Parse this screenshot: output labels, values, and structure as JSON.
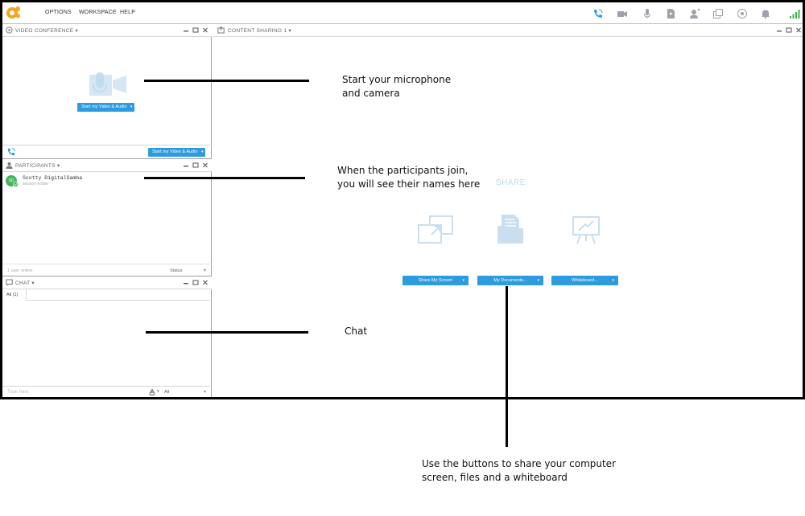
{
  "menu": {
    "options": "OPTIONS",
    "workspace": "WORKSPACE",
    "help": "HELP"
  },
  "toolbar_icons": [
    "phone-icon",
    "camera-icon",
    "microphone-icon",
    "document-icon",
    "user-icon",
    "layout-icon",
    "record-icon",
    "bell-icon",
    "signal-icon"
  ],
  "video_panel": {
    "title": "VIDEO CONFERENCE",
    "start_center": "Start my Video & Audio",
    "start_bottom": "Start my Video & Audio"
  },
  "participants_panel": {
    "title": "PARTICIPANTS",
    "avatar_initials": "SD",
    "name": "Scotty DigitalSamba",
    "role": "session holder",
    "footer_count": "1 user online",
    "footer_status": "Status"
  },
  "chat_panel": {
    "title": "CHAT",
    "tab_all": "All (1)",
    "input_placeholder": "Type here",
    "recipient": "All"
  },
  "content_panel": {
    "title": "CONTENT SHARING 1",
    "share_heading": "SHARE",
    "buttons": {
      "screen": "Share My Screen",
      "documents": "My Documents...",
      "whiteboard": "Whiteboard..."
    }
  },
  "annotations": {
    "camera": "Start your microphone\nand camera",
    "participants": "When the participants join,\nyou will see their names here",
    "chat": "Chat",
    "share": "Use the buttons to share your computer\nscreen, files and a whiteboard"
  },
  "colors": {
    "accent_blue": "#2d9be0",
    "icon_gray": "#9aa3ab",
    "placeholder_icon": "#c9dff0",
    "logo_orange": "#f5a51d",
    "signal_green": "#3cb34a"
  }
}
